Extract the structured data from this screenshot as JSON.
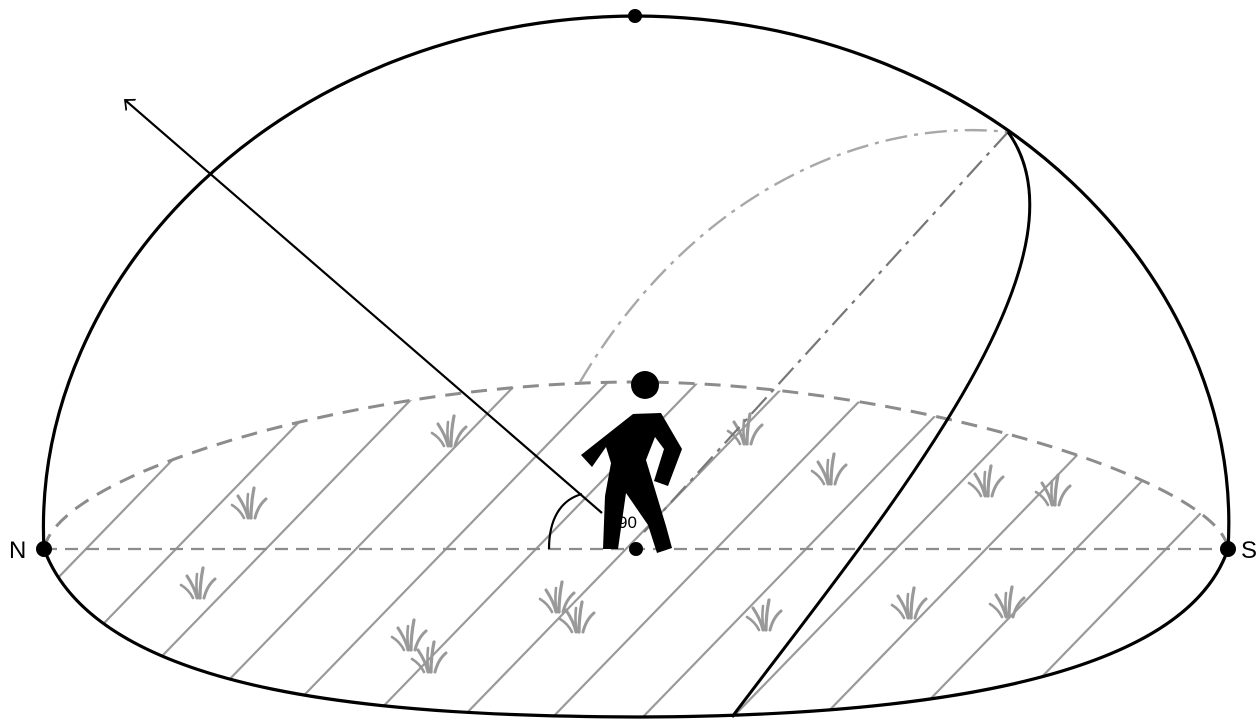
{
  "labels": {
    "north": "N",
    "south": "S",
    "angle": "90"
  },
  "icons": {
    "figure": "walking-person-icon",
    "vegetation": "grass-tuft-icon"
  },
  "colors": {
    "outline": "#000000",
    "hatch": "#9a9a9a",
    "dashed": "#8c8c8c",
    "grass": "#999999"
  }
}
